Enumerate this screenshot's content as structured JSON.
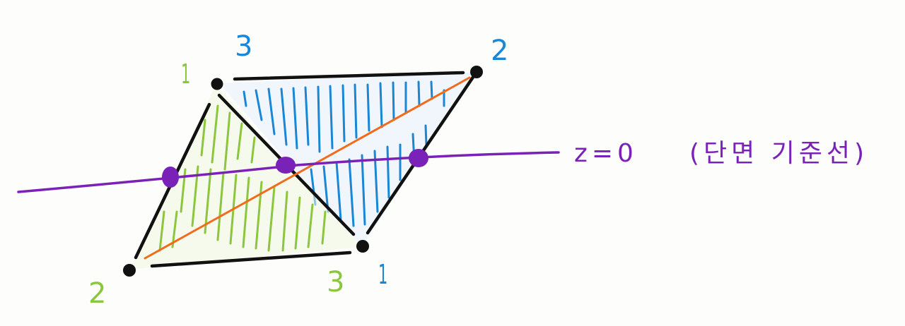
{
  "colors": {
    "outline": "#111111",
    "blue": "#1a86d6",
    "green": "#8cc63f",
    "orange": "#f26b1d",
    "purple": "#7a22b8",
    "background": "#fdfdfb"
  },
  "vertex_labels": {
    "upper_triangle": [
      "3",
      "2",
      "1"
    ],
    "lower_triangle": [
      "1",
      "2",
      "3"
    ]
  },
  "line_label": {
    "equation": "z=0",
    "note": "(단면 기준선)"
  }
}
